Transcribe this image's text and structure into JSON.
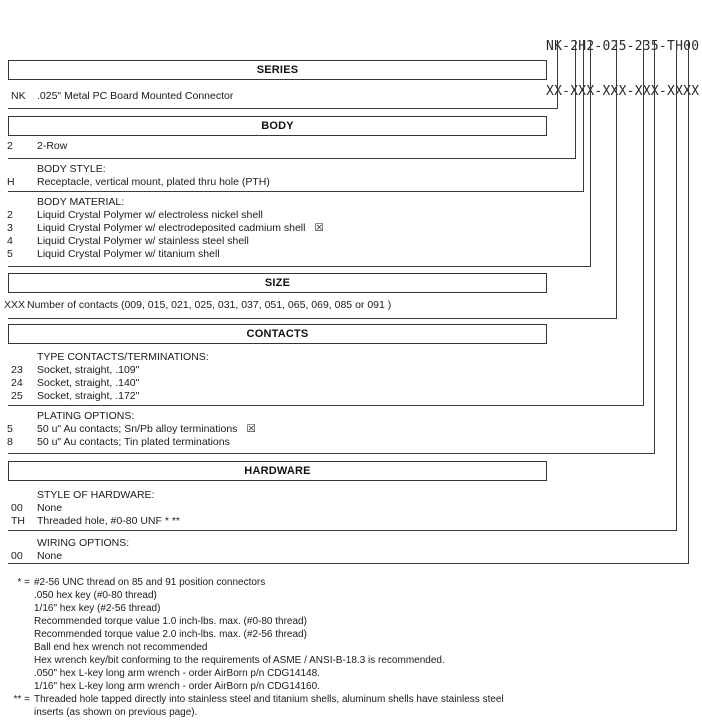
{
  "part_number": {
    "example": "NK-2H2-025-235-TH00",
    "mask": "XX-XXX-XXX-XXX-XXXX"
  },
  "symbols": {
    "excluded": "☒"
  },
  "sections": {
    "series": {
      "title": "SERIES",
      "rows": [
        {
          "code": "NK",
          "desc": ".025\" Metal PC Board Mounted Connector"
        }
      ]
    },
    "body": {
      "title": "BODY",
      "rows": [
        {
          "code": "2",
          "desc": "2-Row"
        }
      ],
      "style": {
        "heading": "BODY STYLE:",
        "rows": [
          {
            "code": "H",
            "desc": "Receptacle, vertical mount, plated thru hole (PTH)"
          }
        ]
      },
      "material": {
        "heading": "BODY MATERIAL:",
        "rows": [
          {
            "code": "2",
            "desc": "Liquid Crystal Polymer w/ electroless nickel shell"
          },
          {
            "code": "3",
            "desc": "Liquid Crystal Polymer w/ electrodeposited cadmium shell",
            "flag": "☒"
          },
          {
            "code": "4",
            "desc": "Liquid Crystal Polymer w/ stainless steel shell"
          },
          {
            "code": "5",
            "desc": "Liquid Crystal Polymer w/ titanium shell"
          }
        ]
      }
    },
    "size": {
      "title": "SIZE",
      "rows": [
        {
          "code": "XXX",
          "desc": "Number of contacts (009, 015, 021, 025, 031, 037, 051, 065, 069, 085 or 091 )"
        }
      ]
    },
    "contacts": {
      "title": "CONTACTS",
      "type": {
        "heading": "TYPE CONTACTS/TERMINATIONS:",
        "rows": [
          {
            "code": "23",
            "desc": "Socket, straight, .109\""
          },
          {
            "code": "24",
            "desc": "Socket, straight, .140\""
          },
          {
            "code": "25",
            "desc": "Socket, straight, .172\""
          }
        ]
      },
      "plating": {
        "heading": "PLATING OPTIONS:",
        "rows": [
          {
            "code": "5",
            "desc": "50 u\" Au contacts; Sn/Pb alloy terminations",
            "flag": "☒"
          },
          {
            "code": "8",
            "desc": "50 u\" Au contacts; Tin plated terminations"
          }
        ]
      }
    },
    "hardware": {
      "title": "HARDWARE",
      "style": {
        "heading": "STYLE OF HARDWARE:",
        "rows": [
          {
            "code": "00",
            "desc": "None"
          },
          {
            "code": "TH",
            "desc": "Threaded hole, #0-80 UNF * **"
          }
        ]
      },
      "wiring": {
        "heading": "WIRING OPTIONS:",
        "rows": [
          {
            "code": "00",
            "desc": "None"
          }
        ]
      }
    }
  },
  "footnotes": [
    {
      "marker": "* =",
      "text": "#2-56 UNC thread on 85 and 91 position connectors"
    },
    {
      "marker": "",
      "text": ".050 hex key (#0-80 thread)"
    },
    {
      "marker": "",
      "text": "1/16\" hex key (#2-56 thread)"
    },
    {
      "marker": "",
      "text": "Recommended torque value 1.0 inch-lbs. max. (#0-80 thread)"
    },
    {
      "marker": "",
      "text": "Recommended torque value 2.0 inch-lbs. max. (#2-56 thread)"
    },
    {
      "marker": "",
      "text": "Ball end hex wrench not recommended"
    },
    {
      "marker": "",
      "text": "Hex wrench key/bit conforming to the requirements of ASME / ANSI-B-18.3 is recommended."
    },
    {
      "marker": "",
      "text": ".050\" hex L-key long arm wrench - order AirBorn p/n CDG14148."
    },
    {
      "marker": "",
      "text": "1/16\" hex L-key long arm wrench - order AirBorn p/n CDG14160."
    },
    {
      "marker": "** =",
      "text": "Threaded hole tapped directly into stainless steel and titanium shells, aluminum shells have stainless steel"
    },
    {
      "marker": "",
      "text": "inserts (as shown on previous page)."
    }
  ]
}
